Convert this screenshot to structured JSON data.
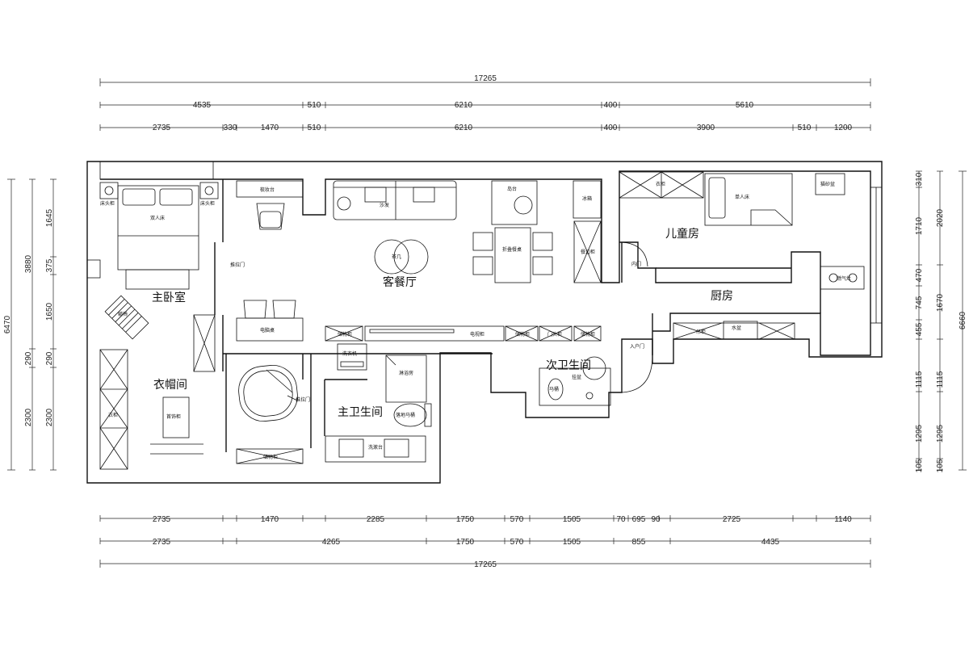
{
  "rooms": {
    "master_bedroom": "主卧室",
    "living_dining": "客餐厅",
    "kids_room": "儿童房",
    "kitchen": "厨房",
    "cloakroom": "衣帽间",
    "master_bath": "主卫生间",
    "second_bath": "次卫生间"
  },
  "labels": {
    "nightstand_left": "床头柜",
    "nightstand_right": "床头柜",
    "double_bed": "双人床",
    "dresser": "梳妆台",
    "sofa": "沙发",
    "island": "岛台",
    "fridge": "冰箱",
    "tea_table": "茶几",
    "folding_table": "折叠餐桌",
    "dining_cabinet": "餐边柜",
    "wardrobe_kids": "衣柜",
    "single_bed": "单人床",
    "litter_box": "猫砂盆",
    "inner_door": "内门",
    "gas_stove": "燃气灶",
    "sliding_door_1": "推拉门",
    "lounge_chair": "躺椅",
    "desk": "电脑桌",
    "storage_1": "储物柜",
    "tv_cabinet": "电视柜",
    "storage_2": "储物柜",
    "shoe_cabinet": "门头柜",
    "storage_3": "储物柜",
    "entry_door": "入户门",
    "hanging_cabinet": "吊柜",
    "sink": "水盆",
    "washer": "洗衣机",
    "shower": "淋浴房",
    "toilet_floor": "落地马桶",
    "toilet_wall": "马桶",
    "wash_basin": "挂盆",
    "wardrobe": "衣柜",
    "jewelry_cabinet": "首饰柜",
    "sliding_door_2": "推拉门",
    "storage_4": "储物柜",
    "vanity": "洗漱台"
  },
  "dims": {
    "top_total": "17265",
    "top_row2": [
      "4535",
      "510",
      "6210",
      "400",
      "5610"
    ],
    "top_row3": [
      "2735",
      "330",
      "1470",
      "510",
      "6210",
      "400",
      "3900",
      "510",
      "1200"
    ],
    "bottom_row1": [
      "2735",
      "1470",
      "2285",
      "1750",
      "570",
      "1505",
      "70",
      "695",
      "90",
      "2725",
      "1140"
    ],
    "bottom_row2": [
      "2735",
      "4265",
      "1750",
      "570",
      "1505",
      "855",
      "4435"
    ],
    "bottom_total": "17265",
    "left_total": "6470",
    "left_row2": [
      "3880",
      "290",
      "2300"
    ],
    "left_row3": [
      "1645",
      "375",
      "1650",
      "290",
      "2300"
    ],
    "right_row1": [
      "310",
      "1710",
      "470",
      "745",
      "455",
      "1115",
      "1295",
      "105"
    ],
    "right_row2": [
      "2020",
      "1670",
      "1115",
      "1295",
      "105"
    ],
    "right_total": "6660"
  }
}
